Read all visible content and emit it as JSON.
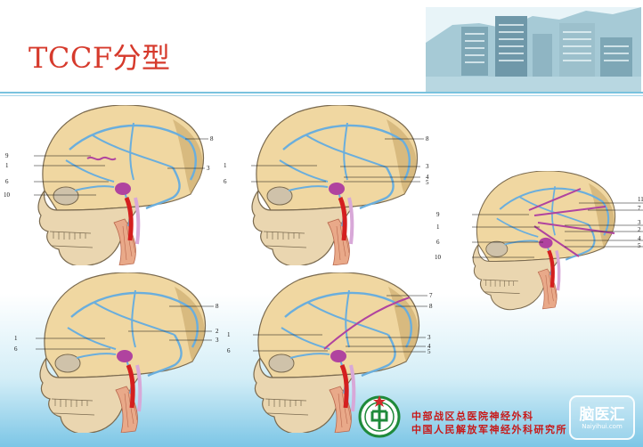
{
  "slide": {
    "title": "TCCF分型"
  },
  "figures": [
    {
      "labels": [
        "9",
        "1",
        "6",
        "10",
        "8",
        "3"
      ]
    },
    {
      "labels": [
        "1",
        "6",
        "8",
        "3",
        "4",
        "5"
      ]
    },
    {
      "labels": [
        "9",
        "1",
        "6",
        "10",
        "11",
        "7",
        "3",
        "2",
        "4",
        "5"
      ]
    },
    {
      "labels": [
        "1",
        "6",
        "8",
        "2",
        "3"
      ]
    },
    {
      "labels": [
        "1",
        "6",
        "7",
        "8",
        "3",
        "4",
        "5"
      ]
    }
  ],
  "footer": {
    "org_line_1": "中部战区总医院神经外科",
    "org_line_2": "中国人民解放军神经外科研究所"
  },
  "watermark": {
    "text": "脑医汇",
    "url": "Naiyihui.com"
  },
  "colors": {
    "title": "#d63a2c",
    "org_text": "#c81818",
    "accent_blue": "#79c2de",
    "vein_blue": "#6aaedd",
    "fistula_purple": "#b0439f",
    "artery_red": "#d41f1f"
  },
  "icons": {
    "header_image": "hospital-buildings-photo",
    "footer_logo": "hospital-emblem-icon"
  }
}
